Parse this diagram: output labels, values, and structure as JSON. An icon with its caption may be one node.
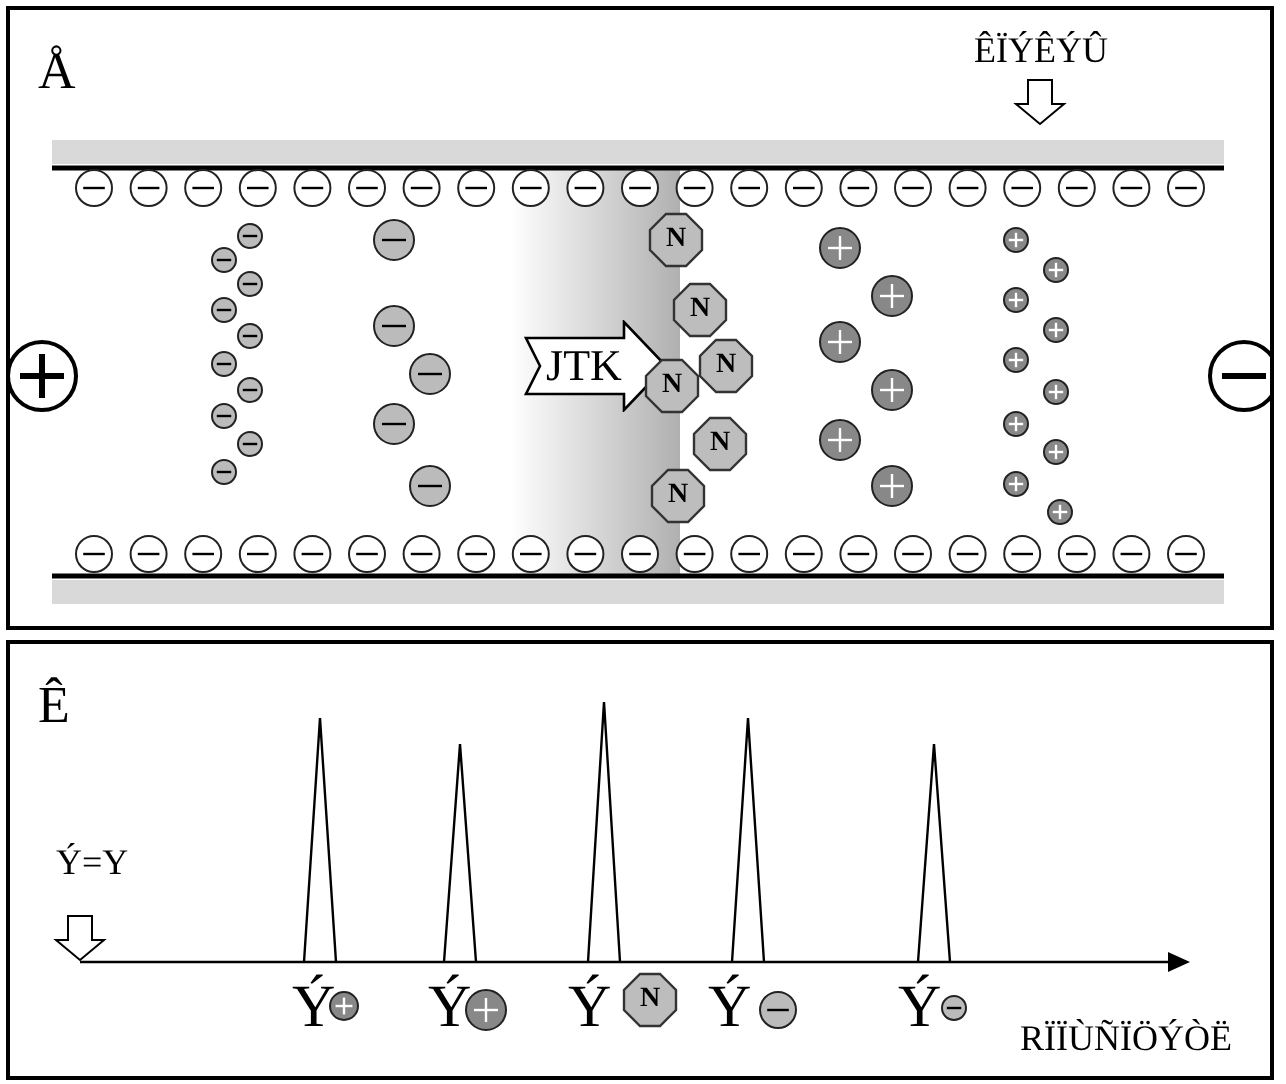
{
  "diagram": {
    "nodes": [
      {
        "text": [
          "Å"
        ]
      },
      {
        "text": [
          "JTK"
        ],
        "in": 0
      },
      {
        "text": [
          "N"
        ],
        "in": 0
      },
      {
        "text": [
          "N"
        ],
        "in": 0
      },
      {
        "text": [
          "N"
        ],
        "in": 0
      },
      {
        "text": [
          "N"
        ],
        "in": 0
      },
      {
        "text": [
          "N"
        ],
        "in": 0
      },
      {
        "text": [
          "N"
        ],
        "in": 0
      },
      {
        "text": [
          "Ê"
        ]
      },
      {
        "text": [
          "N"
        ],
        "in": 8
      }
    ],
    "edges": [],
    "labels": [
      "ÊÏÝÊÝÛ",
      "Ý=Y",
      "Ý",
      "Ý",
      "Ý",
      "Ý",
      "Ý",
      "RÏÏÙÑÏÖÝÒË"
    ]
  }
}
